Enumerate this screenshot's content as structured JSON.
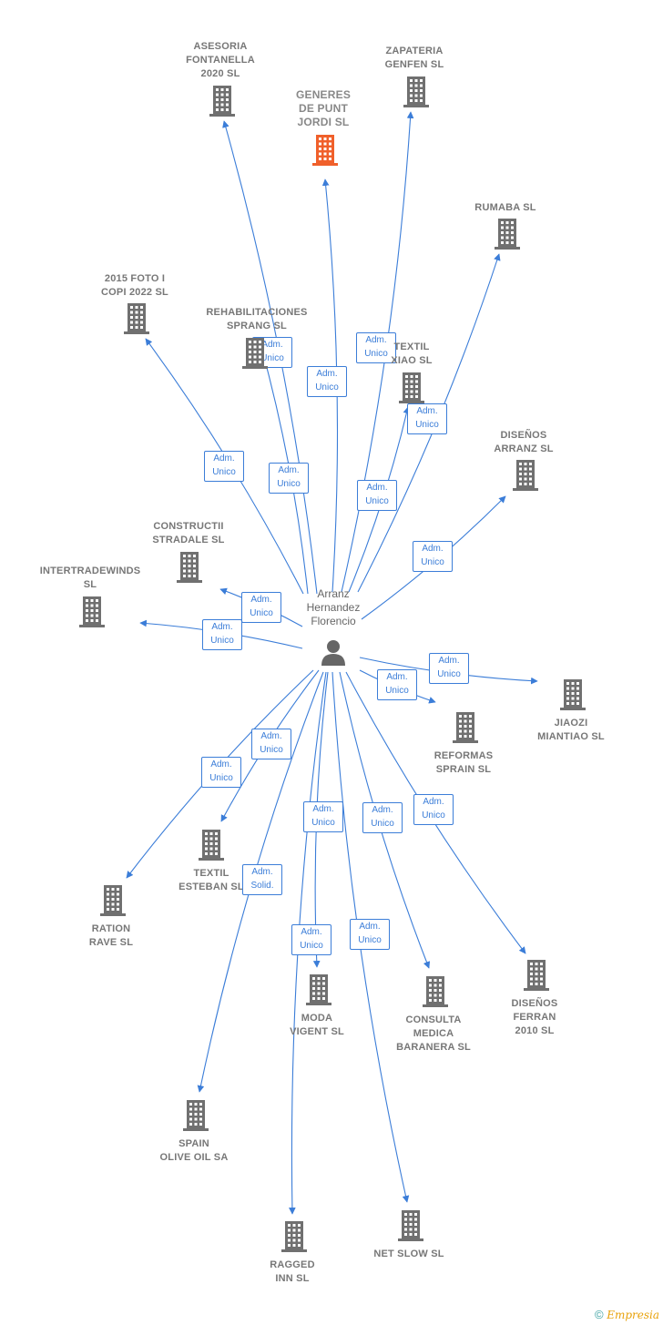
{
  "colors": {
    "edge": "#3b7dd8",
    "building": "#707070",
    "highlight": "#f0602b",
    "person": "#666666"
  },
  "center": {
    "label": "Arranz\nHernandez\nFlorencio",
    "icon": "person-icon"
  },
  "companies": [
    {
      "id": "asesoria",
      "label": "ASESORIA\nFONTANELLA\n2020  SL",
      "edge": "Adm.\nUnico"
    },
    {
      "id": "zapateria",
      "label": "ZAPATERIA\nGENFEN SL",
      "edge": "Adm.\nUnico"
    },
    {
      "id": "generes",
      "label": "GENERES\nDE PUNT\nJORDI  SL",
      "edge": "Adm.\nUnico",
      "highlight": true
    },
    {
      "id": "rumaba",
      "label": "RUMABA SL",
      "edge": "Adm.\nUnico"
    },
    {
      "id": "foto",
      "label": "2015 FOTO I\nCOPI 2022  SL",
      "edge": "Adm.\nUnico"
    },
    {
      "id": "rehab",
      "label": "REHABILITACIONES\nSPRANG SL",
      "edge": "Adm.\nUnico"
    },
    {
      "id": "textilxiao",
      "label": "TEXTIL\nXIAO SL",
      "edge": "Adm.\nUnico"
    },
    {
      "id": "disarranz",
      "label": "DISEÑOS\nARRANZ  SL",
      "edge": "Adm.\nUnico"
    },
    {
      "id": "construct",
      "label": "CONSTRUCTII\nSTRADALE SL",
      "edge": "Adm.\nUnico"
    },
    {
      "id": "intertrade",
      "label": "INTERTRADEWINDS\nSL",
      "edge": "Adm.\nUnico"
    },
    {
      "id": "jiaozi",
      "label": "JIAOZI\nMIANTIAO  SL",
      "edge": "Adm.\nUnico"
    },
    {
      "id": "reformas",
      "label": "REFORMAS\nSPRAIN SL",
      "edge": "Adm.\nUnico"
    },
    {
      "id": "textilesteban",
      "label": "TEXTIL\nESTEBAN  SL",
      "edge": "Adm.\nUnico"
    },
    {
      "id": "ration",
      "label": "RATION\nRAVE SL",
      "edge": "Adm.\nUnico"
    },
    {
      "id": "moda",
      "label": "MODA\nVIGENT  SL",
      "edge": "Adm.\nUnico"
    },
    {
      "id": "consulta",
      "label": "CONSULTA\nMEDICA\nBARANERA  SL",
      "edge": "Adm.\nUnico"
    },
    {
      "id": "disferran",
      "label": "DISEÑOS\nFERRAN\n2010  SL",
      "edge": "Adm.\nUnico"
    },
    {
      "id": "spain",
      "label": "SPAIN\nOLIVE OIL SA",
      "edge": "Adm.\nSolid."
    },
    {
      "id": "ragged",
      "label": "RAGGED\nINN SL",
      "edge": "Adm.\nUnico"
    },
    {
      "id": "netslow",
      "label": "NET SLOW SL",
      "edge": "Adm.\nUnico"
    }
  ],
  "footer": {
    "copyright": "©",
    "brand": "Empresia"
  }
}
